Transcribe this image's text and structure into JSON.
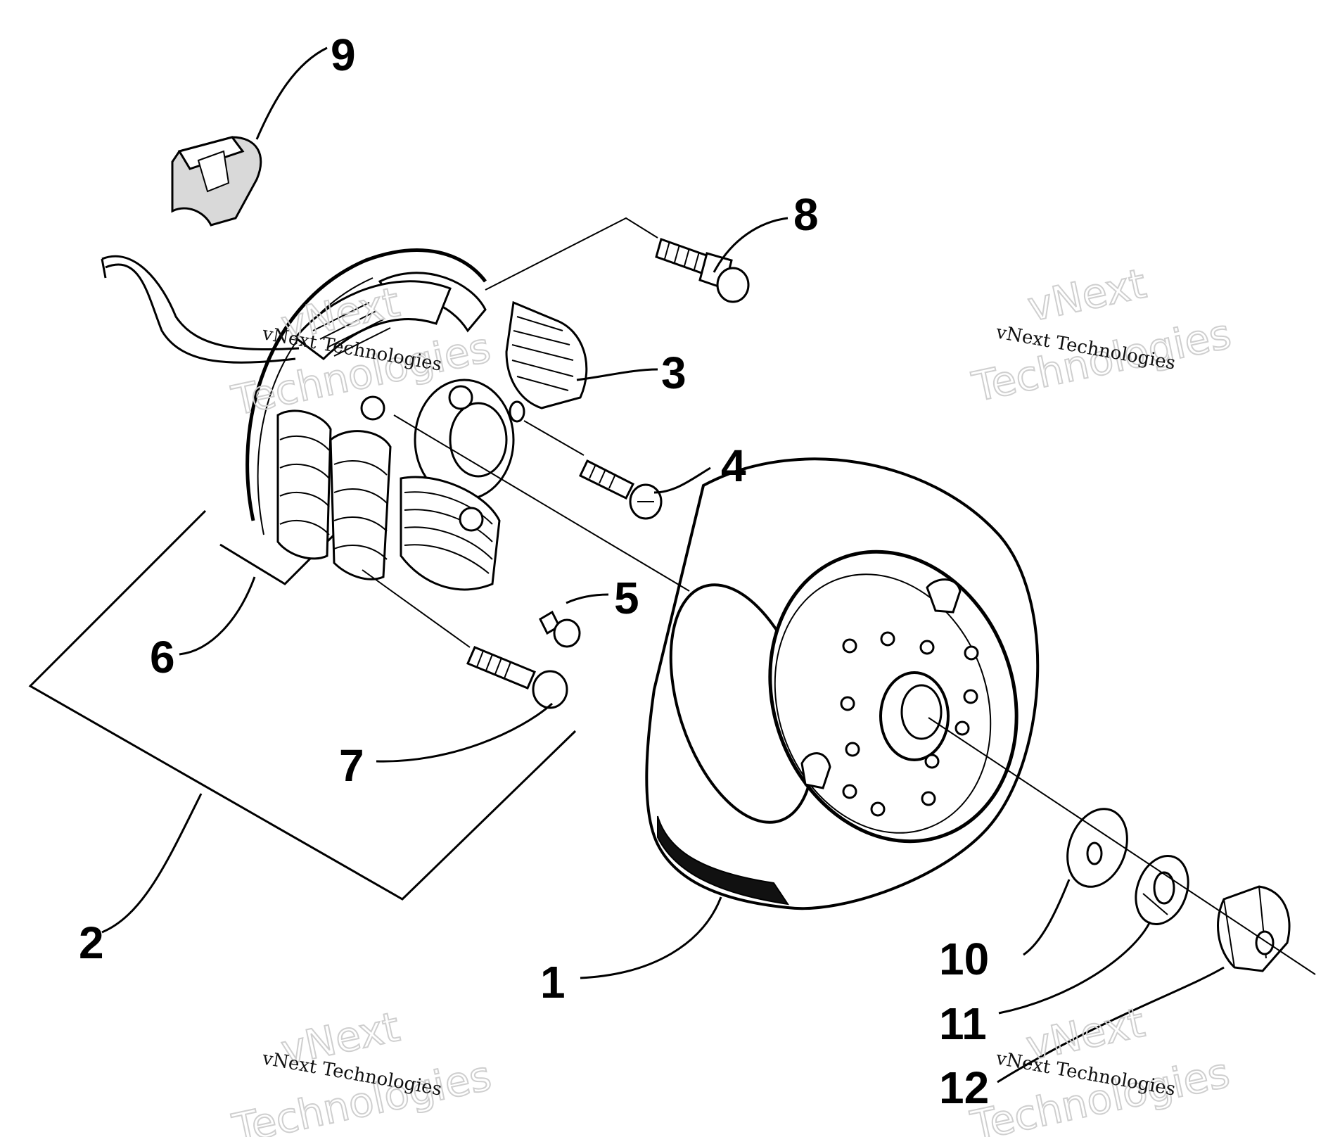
{
  "diagram": {
    "callouts": [
      {
        "id": "c1",
        "label": "1",
        "part": "flywheel"
      },
      {
        "id": "c2",
        "label": "2",
        "part": "stator-assembly"
      },
      {
        "id": "c3",
        "label": "3",
        "part": "coil"
      },
      {
        "id": "c4",
        "label": "4",
        "part": "screw"
      },
      {
        "id": "c5",
        "label": "5",
        "part": "screw"
      },
      {
        "id": "c6",
        "label": "6",
        "part": "coil"
      },
      {
        "id": "c7",
        "label": "7",
        "part": "screw"
      },
      {
        "id": "c8",
        "label": "8",
        "part": "bolt"
      },
      {
        "id": "c9",
        "label": "9",
        "part": "grommet"
      },
      {
        "id": "c10",
        "label": "10",
        "part": "washer"
      },
      {
        "id": "c11",
        "label": "11",
        "part": "lock-washer"
      },
      {
        "id": "c12",
        "label": "12",
        "part": "nut"
      }
    ]
  },
  "watermarks": {
    "text_small": "vNext Technologies",
    "text_line1": "vNext",
    "text_line2": "Technologies"
  },
  "colors": {
    "ink": "#000000",
    "watermark_outline": "#cfcfcf",
    "background": "#ffffff"
  }
}
